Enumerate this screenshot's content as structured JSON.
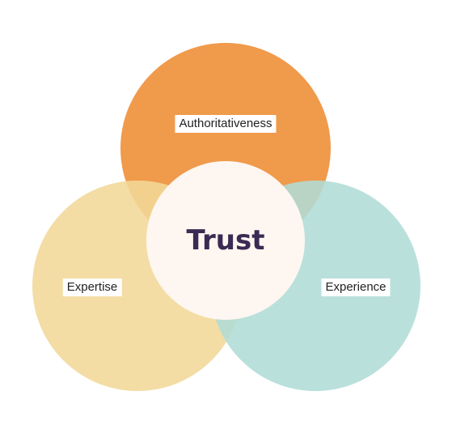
{
  "colors": {
    "authoritativeness": "#F09A4B",
    "expertise": "#F1D898",
    "experience": "#B1DCD6",
    "trust_fill": "#FEF6F0",
    "trust_text": "#3B2A53"
  },
  "circles": {
    "authoritativeness": {
      "label": "Authoritativeness"
    },
    "expertise": {
      "label": "Expertise"
    },
    "experience": {
      "label": "Experience"
    },
    "trust": {
      "label": "Trust"
    }
  }
}
